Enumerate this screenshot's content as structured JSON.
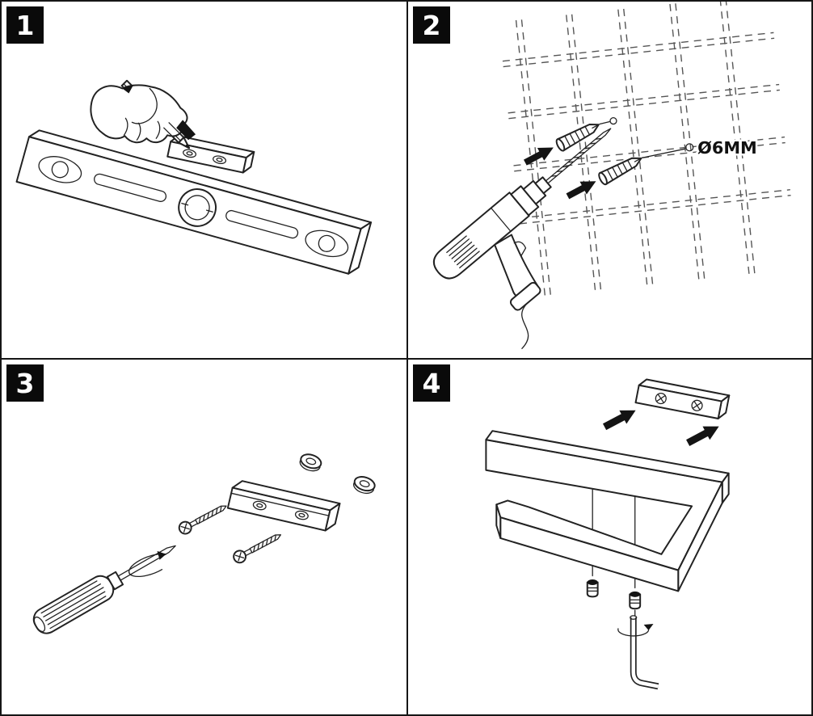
{
  "sheet": {
    "type": "assembly-instructions",
    "background": "#ffffff",
    "line_color": "#222222",
    "badge_color": "#0a0a0a"
  },
  "steps": [
    {
      "number": "1",
      "description": "mark-drill-positions-with-spirit-level",
      "icons": [
        "spirit-level-icon",
        "hand-with-pencil-icon",
        "wall-bracket-icon"
      ]
    },
    {
      "number": "2",
      "description": "drill-holes-and-insert-wall-anchors",
      "annotation": "Ø6MM",
      "icons": [
        "power-drill-icon",
        "wall-anchor-icon",
        "direction-arrow-icon",
        "tile-wall-grid-icon",
        "drill-hole-icon"
      ]
    },
    {
      "number": "3",
      "description": "fasten-bracket-with-screws",
      "icons": [
        "screwdriver-icon",
        "rotation-arrow-icon",
        "screw-icon",
        "washer-icon",
        "wall-bracket-icon"
      ]
    },
    {
      "number": "4",
      "description": "slide-holder-onto-bracket-and-tighten-set-screws",
      "icons": [
        "paper-holder-icon",
        "wall-bracket-icon",
        "direction-arrow-icon",
        "set-screw-icon",
        "hex-key-icon",
        "rotation-arrow-icon"
      ]
    }
  ]
}
